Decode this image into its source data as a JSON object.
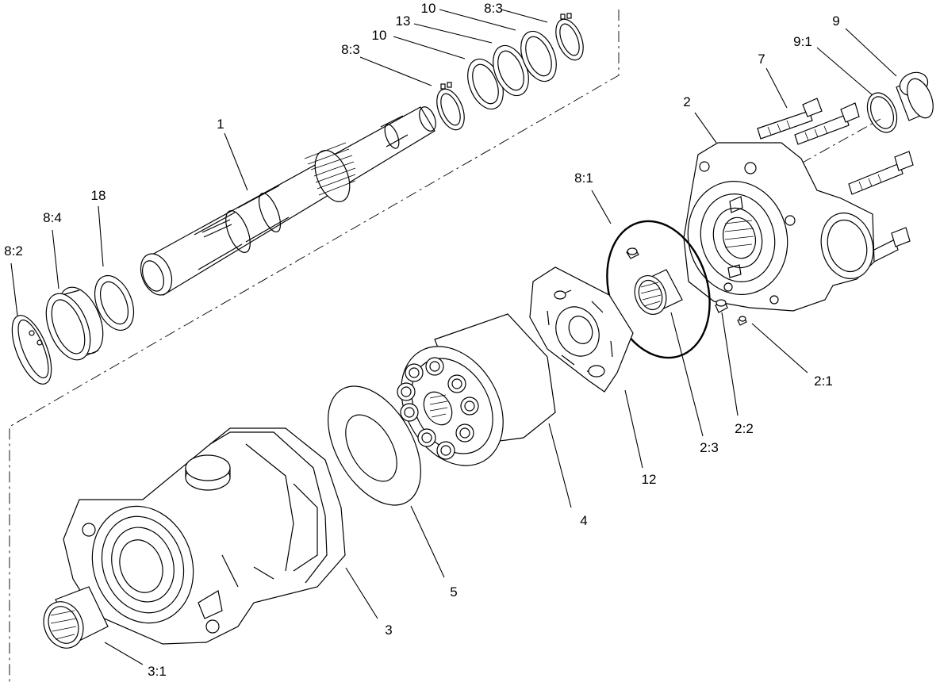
{
  "diagram": {
    "callouts": [
      {
        "id": "c-1",
        "label": "1"
      },
      {
        "id": "c-2",
        "label": "2"
      },
      {
        "id": "c-2-1",
        "label": "2:1"
      },
      {
        "id": "c-2-2",
        "label": "2:2"
      },
      {
        "id": "c-2-3",
        "label": "2:3"
      },
      {
        "id": "c-3",
        "label": "3"
      },
      {
        "id": "c-3-1",
        "label": "3:1"
      },
      {
        "id": "c-4",
        "label": "4"
      },
      {
        "id": "c-5",
        "label": "5"
      },
      {
        "id": "c-7",
        "label": "7"
      },
      {
        "id": "c-8-1",
        "label": "8:1"
      },
      {
        "id": "c-8-2",
        "label": "8:2"
      },
      {
        "id": "c-8-3a",
        "label": "8:3"
      },
      {
        "id": "c-8-3b",
        "label": "8:3"
      },
      {
        "id": "c-8-4",
        "label": "8:4"
      },
      {
        "id": "c-9",
        "label": "9"
      },
      {
        "id": "c-9-1",
        "label": "9:1"
      },
      {
        "id": "c-10a",
        "label": "10"
      },
      {
        "id": "c-10b",
        "label": "10"
      },
      {
        "id": "c-12",
        "label": "12"
      },
      {
        "id": "c-13",
        "label": "13"
      },
      {
        "id": "c-18",
        "label": "18"
      }
    ]
  }
}
